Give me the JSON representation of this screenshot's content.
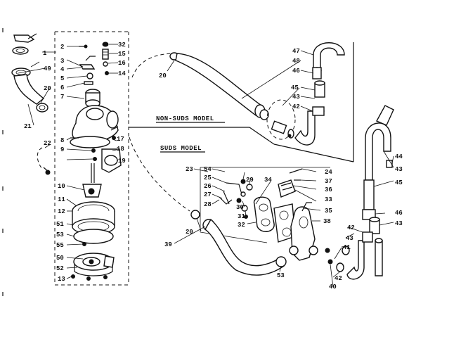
{
  "sections": {
    "non_suds": "NON-SUDS MODEL",
    "suds": "SUDS MODEL"
  },
  "callouts": {
    "pump": [
      "1",
      "2",
      "3",
      "4",
      "5",
      "6",
      "7",
      "8",
      "9",
      "10",
      "11",
      "12",
      "13",
      "14",
      "15",
      "16",
      "17",
      "18",
      "19",
      "20",
      "21",
      "22",
      "32",
      "49",
      "50",
      "51",
      "52",
      "53",
      "55"
    ],
    "non_suds": [
      "20",
      "42",
      "43",
      "45",
      "46",
      "47",
      "48"
    ],
    "suds": [
      "20",
      "23",
      "24",
      "25",
      "26",
      "27",
      "28",
      "29",
      "30",
      "31",
      "32",
      "33",
      "34",
      "35",
      "36",
      "37",
      "38",
      "39",
      "40",
      "41",
      "42",
      "43",
      "44",
      "45",
      "46",
      "53",
      "54"
    ]
  }
}
